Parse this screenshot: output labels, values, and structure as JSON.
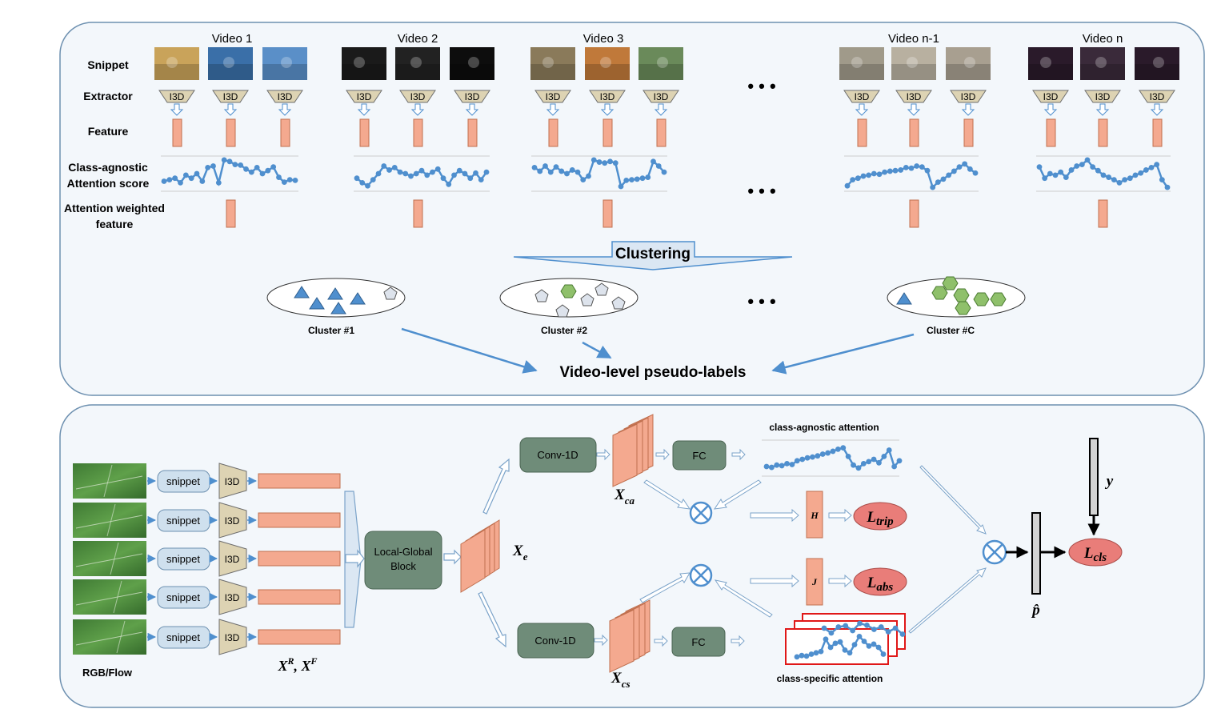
{
  "top_panel": {
    "row_labels": {
      "snippet": "Snippet",
      "extractor": "Extractor",
      "feature": "Feature",
      "attention_line1": "Class-agnostic",
      "attention_line2": "Attention score",
      "weighted_line1": "Attention weighted",
      "weighted_line2": "feature"
    },
    "videos": [
      "Video 1",
      "Video 2",
      "Video 3",
      "Video n-1",
      "Video n"
    ],
    "extractor_label": "I3D",
    "ellipsis": "• • •",
    "clustering_label": "Clustering",
    "clusters": [
      "Cluster #1",
      "Cluster #2",
      "Cluster #C"
    ],
    "pseudo_labels": "Video-level pseudo-labels"
  },
  "bottom_panel": {
    "snippet_label": "snippet",
    "extractor_label": "I3D",
    "input_caption": "RGB/Flow",
    "input_features": "X^R, X^F",
    "local_global_line1": "Local-Global",
    "local_global_line2": "Block",
    "embedding": "X_e",
    "conv_label": "Conv-1D",
    "fc_label": "FC",
    "x_ca": "X_ca",
    "x_cs": "X_cs",
    "class_agnostic_attention": "class-agnostic attention",
    "class_specific_attention": "class-specific attention",
    "h_label": "H",
    "j_label": "J",
    "l_trip": "L_trip",
    "l_abs": "L_abs",
    "l_cls": "L_cls",
    "y_label": "y",
    "p_hat": "p̂"
  },
  "colors": {
    "feature": "#f4a98f",
    "feature_stroke": "#c0704f",
    "attention": "#4f8fce",
    "i3d": "#ddd3b3",
    "snippet_box": "#cfe0ee",
    "green_block": "#6f8c79",
    "loss": "#e97d79",
    "panel_bg": "#f3f7fb",
    "panel_stroke": "#6d90b0"
  }
}
